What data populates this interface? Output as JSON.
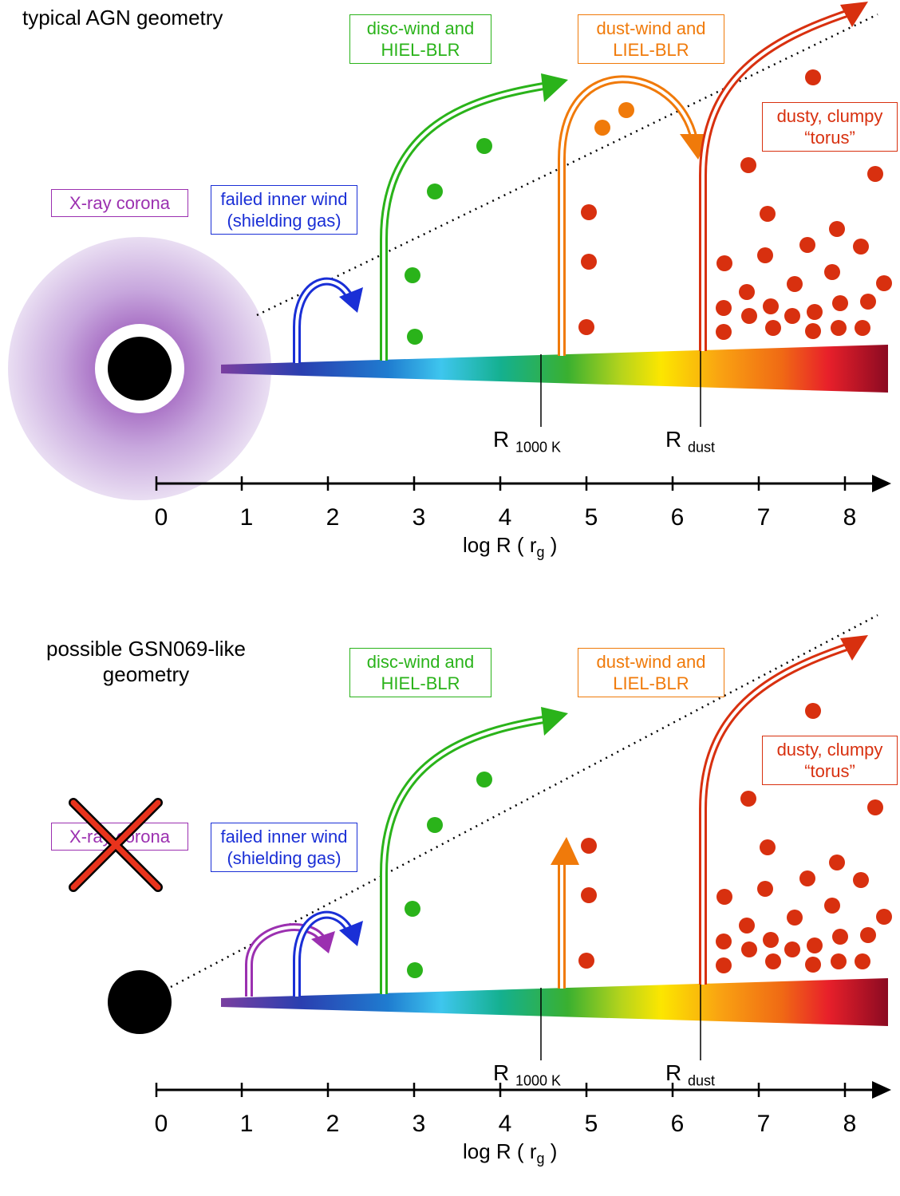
{
  "panels": [
    {
      "title": "typical AGN geometry",
      "labels": {
        "corona": "X-ray corona",
        "failed_wind": "failed inner wind (shielding gas)",
        "disc_wind": "disc-wind and HIEL-BLR",
        "dust_wind": "dust-wind and LIEL-BLR",
        "torus": "dusty, clumpy “torus”"
      },
      "corona_present": true
    },
    {
      "title": "possible GSN069-like geometry",
      "labels": {
        "corona": "X-ray corona",
        "failed_wind": "failed inner wind (shielding gas)",
        "disc_wind": "disc-wind and HIEL-BLR",
        "dust_wind": "dust-wind and LIEL-BLR",
        "torus": "dusty, clumpy “torus”"
      },
      "corona_present": false
    }
  ],
  "axis": {
    "label_main": "log R (",
    "label_sub": "g",
    "label_r": "r",
    "label_close": ")",
    "ticks": [
      "0",
      "1",
      "2",
      "3",
      "4",
      "5",
      "6",
      "7",
      "8"
    ]
  },
  "radii": {
    "r1000": {
      "symbol": "R",
      "sub": "1000 K",
      "log_r": 4.5
    },
    "rdust": {
      "symbol": "R",
      "sub": "dust",
      "log_r": 6.35
    }
  },
  "colors": {
    "corona": "#9b30b0",
    "failed_wind": "#1a2fd6",
    "disc_wind": "#2ab31a",
    "dust_wind": "#f07a0a",
    "torus": "#d8300f",
    "cross": "#e8331c"
  }
}
